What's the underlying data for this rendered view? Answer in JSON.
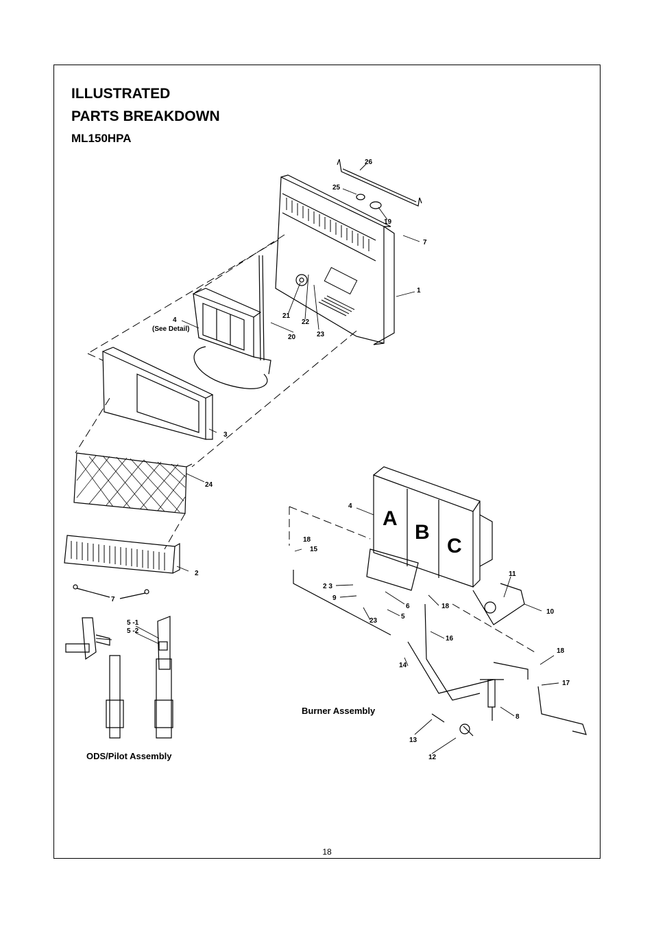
{
  "header": {
    "title_line1": "ILLUSTRATED",
    "title_line2": "PARTS  BREAKDOWN",
    "model": "ML150HPA"
  },
  "captions": {
    "burner": "Burner  Assembly",
    "pilot": "ODS/Pilot  Assembly"
  },
  "page_number": "18",
  "labels": {
    "p26": "26",
    "p25": "25",
    "p19": "19",
    "p7a": "7",
    "p1": "1",
    "p21": "21",
    "p22": "22",
    "p23a": "23",
    "p20": "20",
    "p4a": "4",
    "see_detail": "(See Detail)",
    "p3": "3",
    "p24": "24",
    "p2": "2",
    "p7b": "7",
    "p51": "5 -1",
    "p52": "5 -2",
    "p4b": "4",
    "burnerA": "A",
    "burnerB": "B",
    "burnerC": "C",
    "p18a": "18",
    "p15": "15",
    "p11": "11",
    "p10": "10",
    "p23b": "2 3",
    "p9": "9",
    "p6": "6",
    "p18b": "18",
    "p5": "5",
    "p23c": "23",
    "p16": "16",
    "p18c": "18",
    "p14": "14",
    "p17": "17",
    "p8": "8",
    "p13": "13",
    "p12": "12"
  }
}
